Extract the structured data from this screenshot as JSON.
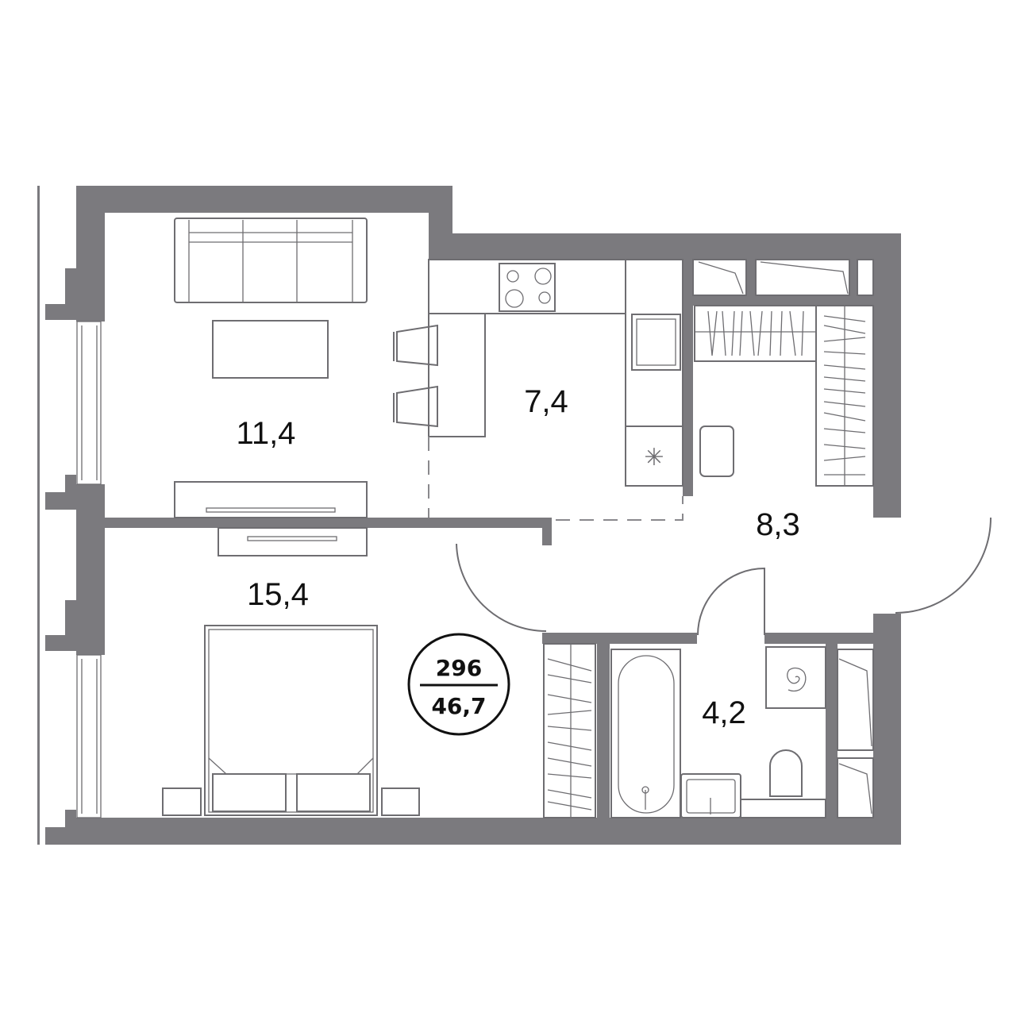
{
  "plan": {
    "apartment_number": "296",
    "total_area": "46,7",
    "rooms": [
      {
        "name": "living",
        "area": "11,4"
      },
      {
        "name": "kitchen",
        "area": "7,4"
      },
      {
        "name": "hall",
        "area": "8,3"
      },
      {
        "name": "bedroom",
        "area": "15,4"
      },
      {
        "name": "bathroom",
        "area": "4,2"
      }
    ],
    "colors": {
      "wall": "#7b7a7e",
      "line": "#6e6d71"
    }
  }
}
